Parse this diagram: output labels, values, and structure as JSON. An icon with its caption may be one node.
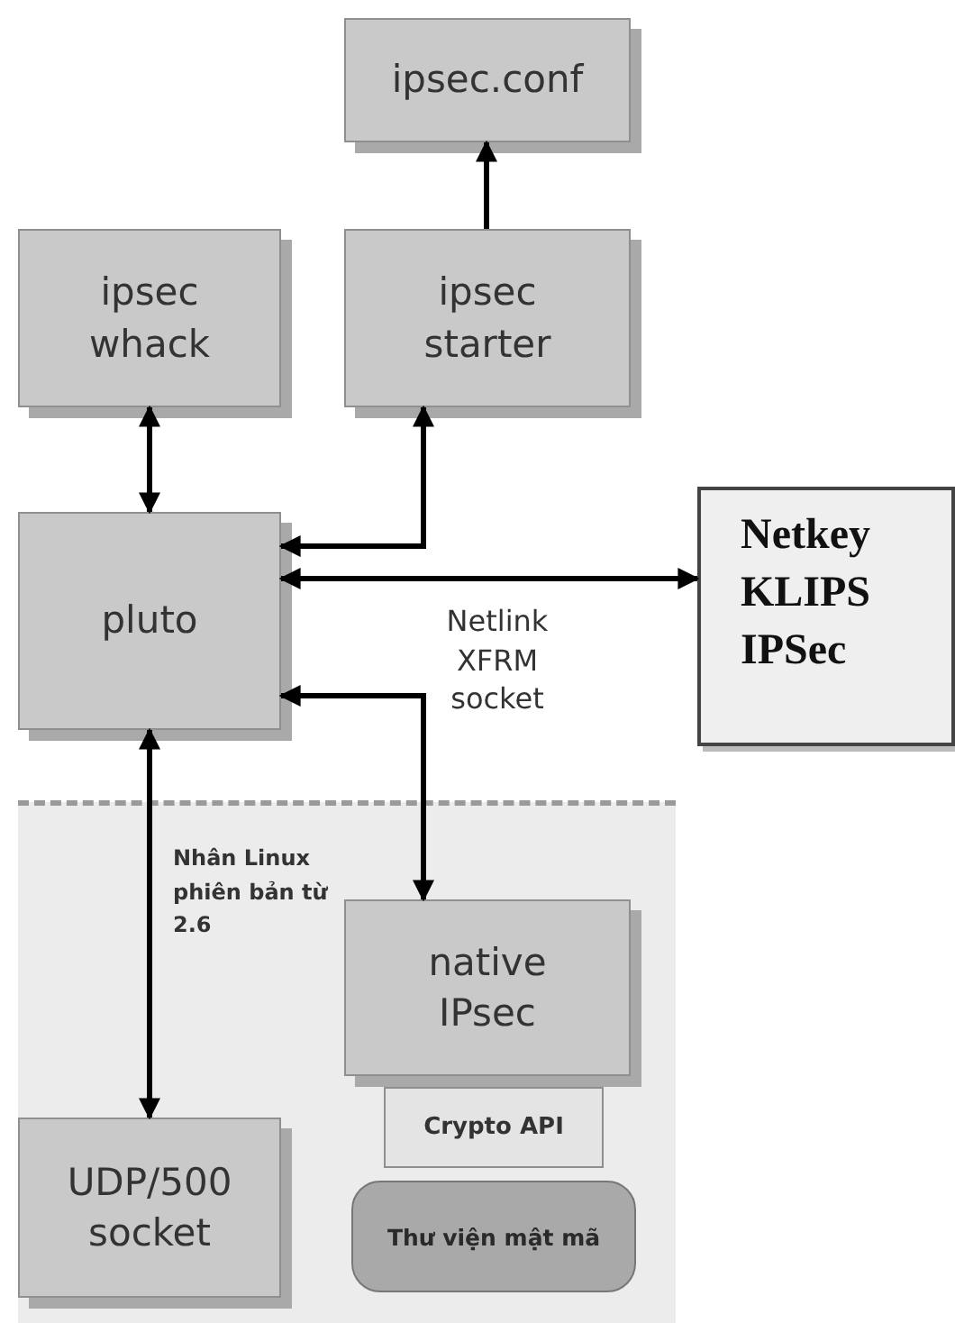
{
  "diagram": {
    "nodes": [
      {
        "text": [
          "ipsec.conf"
        ]
      },
      {
        "text": [
          "ipsec whack"
        ]
      },
      {
        "text": [
          "ipsec starter"
        ]
      },
      {
        "text": [
          "pluto"
        ]
      },
      {
        "text": [
          "Netkey KLIPS IPSec"
        ]
      },
      {
        "text": [
          "Nhân Linux phiên bản từ 2.6"
        ]
      },
      {
        "text": [
          "native IPsec"
        ],
        "in": 5
      },
      {
        "text": [
          "Crypto API"
        ],
        "in": 5
      },
      {
        "text": [
          "Thư viện mật mã"
        ],
        "in": 5
      },
      {
        "text": [
          "UDP/500 socket"
        ],
        "in": 5
      }
    ],
    "edges": [
      {
        "from": 2,
        "to": 0,
        "arrow": "to"
      },
      {
        "from": 1,
        "to": 3,
        "arrow": "both"
      },
      {
        "from": 3,
        "to": 2,
        "arrow": "both"
      },
      {
        "from": 3,
        "to": 4,
        "arrow": "both"
      },
      {
        "from": 3,
        "to": 6,
        "arrow": "both"
      },
      {
        "from": 3,
        "to": 9,
        "arrow": "both"
      }
    ],
    "labels": [
      "Netlink XFRM socket"
    ]
  }
}
